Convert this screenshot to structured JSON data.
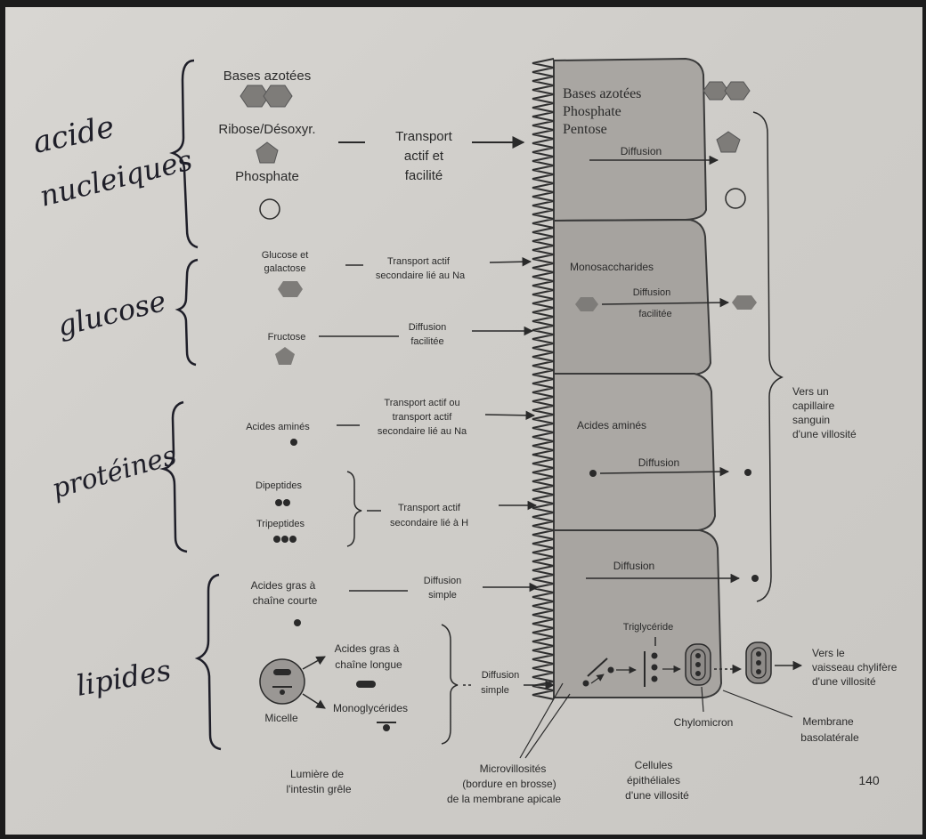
{
  "handwritten": {
    "acides_nucleiques_1": "acide",
    "acides_nucleiques_2": "nucleiques",
    "glucose": "glucose",
    "proteines": "protéines",
    "lipides": "lipides"
  },
  "left": {
    "bases_azotees": "Bases azotées",
    "ribose": "Ribose/Désoxyr.",
    "phosphate": "Phosphate",
    "glucose_1": "Glucose et",
    "glucose_2": "galactose",
    "fructose": "Fructose",
    "acides_amines": "Acides aminés",
    "dipeptides": "Dipeptides",
    "tripeptides": "Tripeptides",
    "ag_courte_1": "Acides gras à",
    "ag_courte_2": "chaîne courte",
    "ag_longue_1": "Acides gras à",
    "ag_longue_2": "chaîne longue",
    "micelle": "Micelle",
    "monoglycerides": "Monoglycérides",
    "lumiere_1": "Lumière de",
    "lumiere_2": "l'intestin grêle"
  },
  "transport": {
    "nuc_1": "Transport",
    "nuc_2": "actif et",
    "nuc_3": "facilité",
    "glu_1": "Transport actif",
    "glu_2": "secondaire lié au Na",
    "fru_1": "Diffusion",
    "fru_2": "facilitée",
    "aa_1": "Transport actif ou",
    "aa_2": "transport actif",
    "aa_3": "secondaire lié au Na",
    "pep_1": "Transport actif",
    "pep_2": "secondaire lié à H",
    "agc_1": "Diffusion",
    "agc_2": "simple",
    "agl_1": "Diffusion",
    "agl_2": "simple"
  },
  "cell": {
    "nuc_1": "Bases azotées",
    "nuc_2": "Phosphate",
    "nuc_3": "Pentose",
    "nuc_diff": "Diffusion",
    "mono": "Monosaccharides",
    "mono_diff_1": "Diffusion",
    "mono_diff_2": "facilitée",
    "aa": "Acides aminés",
    "aa_diff": "Diffusion",
    "lip_diff": "Diffusion",
    "triglyceride": "Triglycéride"
  },
  "right": {
    "capillaire_1": "Vers un",
    "capillaire_2": "capillaire",
    "capillaire_3": "sanguin",
    "capillaire_4": "d'une villosité",
    "lymph_1": "Vers le",
    "lymph_2": "vaisseau chylifère",
    "lymph_3": "d'une villosité",
    "chylomicron": "Chylomicron",
    "membrane_1": "Membrane",
    "membrane_2": "basolatérale"
  },
  "bottom": {
    "micro_1": "Microvillosités",
    "micro_2": "(bordure en brosse)",
    "micro_3": "de la membrane apicale",
    "cell_1": "Cellules",
    "cell_2": "épithéliales",
    "cell_3": "d'une villosité",
    "page_number": "140"
  },
  "colors": {
    "paper": "#d3d1cd",
    "cell_fill": "#a9a6a2",
    "ink": "#2a2a2a",
    "shape_fill": "#7e7c79"
  }
}
